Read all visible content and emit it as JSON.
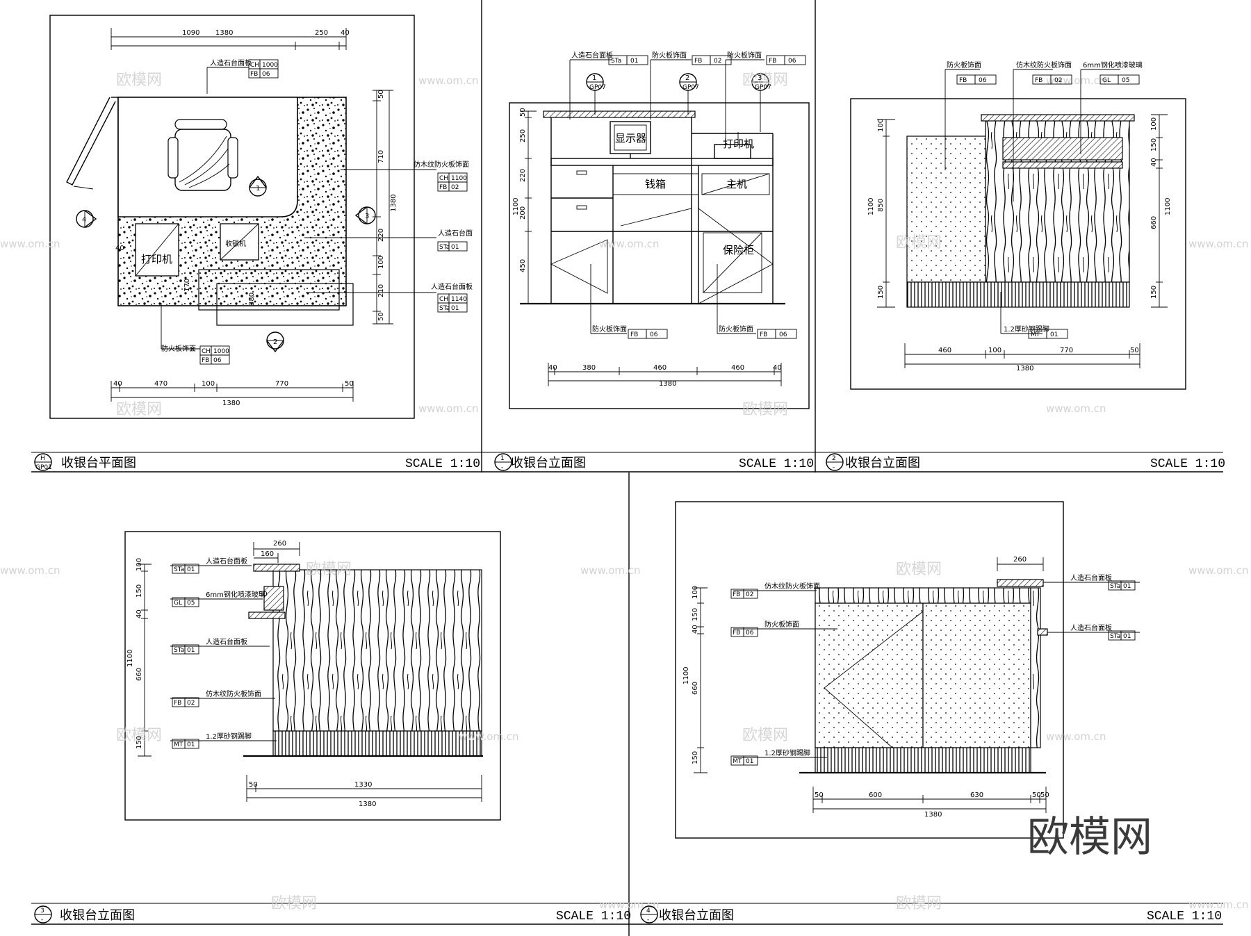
{
  "views": [
    {
      "id": "plan",
      "title": "收银台平面图",
      "scale": "SCALE 1:10",
      "badge_top": "H",
      "badge_bottom": "GP01"
    },
    {
      "id": "e1",
      "title": "收银台立面图",
      "scale": "SCALE 1:10",
      "badge_top": "1",
      "badge_bottom": "-"
    },
    {
      "id": "e2",
      "title": "收银台立面图",
      "scale": "SCALE 1:10",
      "badge_top": "2",
      "badge_bottom": "-"
    },
    {
      "id": "e3",
      "title": "收银台立面图",
      "scale": "SCALE 1:10",
      "badge_top": "3",
      "badge_bottom": "-"
    },
    {
      "id": "e4",
      "title": "收银台立面图",
      "scale": "SCALE 1:10",
      "badge_top": "4",
      "badge_bottom": "-"
    }
  ],
  "plan": {
    "dims_top": [
      "1380",
      "1090",
      "250",
      "40"
    ],
    "dims_bottom": [
      "40",
      "470",
      "100",
      "770",
      "50",
      "1380"
    ],
    "dims_right": [
      "50",
      "710",
      "1380",
      "220",
      "100",
      "210",
      "50"
    ],
    "dim_left": "40",
    "dims_inner": [
      "170",
      "380"
    ],
    "labels": [
      {
        "text": "人造石台面板",
        "c1": "CH",
        "v1": "1000",
        "c2": "FB",
        "v2": "06"
      },
      {
        "text": "仿木纹防火板饰面",
        "c1": "CH",
        "v1": "1100",
        "c2": "FB",
        "v2": "02"
      },
      {
        "text": "人造石台面",
        "c1": "STa",
        "v1": "01"
      },
      {
        "text": "人造石台面板",
        "c1": "CH",
        "v1": "1140",
        "c2": "STa",
        "v2": "01"
      },
      {
        "text": "防火板饰面",
        "c1": "CH",
        "v1": "1000",
        "c2": "FB",
        "v2": "06"
      }
    ],
    "printer": "打印机",
    "cashbox": "收银机",
    "markers": [
      "1",
      "2",
      "3",
      "4"
    ]
  },
  "e1": {
    "labels": [
      {
        "text": "人造石台面板",
        "code": "STa",
        "num": "01"
      },
      {
        "text": "防火板饰面",
        "code": "FB",
        "num": "02"
      },
      {
        "text": "防火板饰面",
        "code": "FB",
        "num": "06"
      },
      {
        "text": "防火板饰面",
        "code": "FB",
        "num": "06"
      },
      {
        "text": "防火板饰面",
        "code": "FB",
        "num": "06"
      }
    ],
    "monitor": "显示器",
    "printer": "打印机",
    "cash": "钱箱",
    "host": "主机",
    "safe": "保险柜",
    "dims_left": [
      "50",
      "250",
      "220",
      "200",
      "450",
      "1100"
    ],
    "dims_bottom": [
      "40",
      "380",
      "460",
      "460",
      "40",
      "1380"
    ],
    "section_tags": [
      {
        "n": "1",
        "s": "GP07"
      },
      {
        "n": "2",
        "s": "GP07"
      },
      {
        "n": "3",
        "s": "GP07"
      }
    ]
  },
  "e2": {
    "labels": [
      {
        "text": "防火板饰面",
        "code": "FB",
        "num": "06"
      },
      {
        "text": "仿木纹防火板饰面",
        "code": "FB",
        "num": "02"
      },
      {
        "text": "6mm钢化喷漆玻璃",
        "code": "GL",
        "num": "05"
      },
      {
        "text": "1.2厚砂钢踢脚",
        "code": "MT",
        "num": "01"
      }
    ],
    "dims_left": [
      "100",
      "850",
      "1100",
      "150"
    ],
    "dims_right": [
      "100",
      "150",
      "40",
      "660",
      "1100",
      "150"
    ],
    "dims_bottom": [
      "460",
      "100",
      "770",
      "50",
      "1380"
    ]
  },
  "e3": {
    "labels": [
      {
        "text": "人造石台面板",
        "code": "STa",
        "num": "01"
      },
      {
        "text": "6mm钢化喷漆玻璃",
        "code": "GL",
        "num": "05"
      },
      {
        "text": "人造石台面板",
        "code": "STa",
        "num": "01"
      },
      {
        "text": "仿木纹防火板饰面",
        "code": "FB",
        "num": "02"
      },
      {
        "text": "1.2厚砂钢踢脚",
        "code": "MT",
        "num": "01"
      }
    ],
    "dims_top": [
      "260",
      "160"
    ],
    "dims_left": [
      "100",
      "150",
      "40",
      "660",
      "1100",
      "150"
    ],
    "dims_inner": [
      "50"
    ],
    "dims_bottom": [
      "50",
      "1330",
      "1380"
    ]
  },
  "e4": {
    "labels": [
      {
        "text": "仿木纹防火板饰面",
        "code": "FB",
        "num": "02"
      },
      {
        "text": "防火板饰面",
        "code": "FB",
        "num": "06"
      },
      {
        "text": "1.2厚砂钢踢脚",
        "code": "MT",
        "num": "01"
      },
      {
        "text": "人造石台面板",
        "code": "STa",
        "num": "01"
      },
      {
        "text": "人造石台面板",
        "code": "STa",
        "num": "01"
      }
    ],
    "dims_top": [
      "260"
    ],
    "dims_left": [
      "100",
      "150",
      "40",
      "660",
      "1100",
      "150"
    ],
    "dims_bottom": [
      "50",
      "600",
      "630",
      "50",
      "50",
      "1380"
    ]
  },
  "watermarks": {
    "brand": "欧模网",
    "url": "www.om.cn",
    "logo": "欧模网"
  }
}
